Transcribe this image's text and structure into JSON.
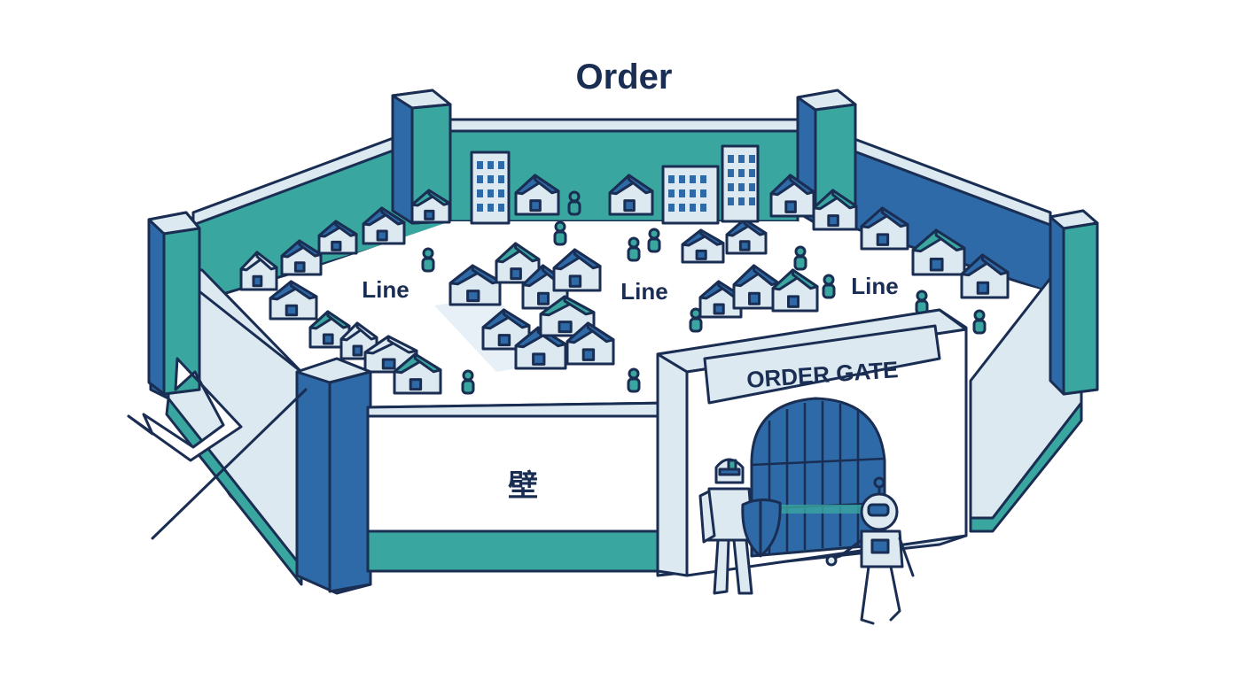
{
  "title": "Order",
  "districts": [
    "Line",
    "Line",
    "Line"
  ],
  "wall_sign": "壁",
  "gate_sign": "ORDER GATE",
  "colors": {
    "navy": "#1a2d52",
    "blue": "#2e6aa8",
    "teal": "#3aa6a0",
    "pale": "#dde9f1",
    "ground": "#ffffff"
  },
  "figures": [
    "knight-with-shield",
    "robot"
  ],
  "icons": [
    "entry-arrow-icon",
    "return-arrow-icon"
  ]
}
